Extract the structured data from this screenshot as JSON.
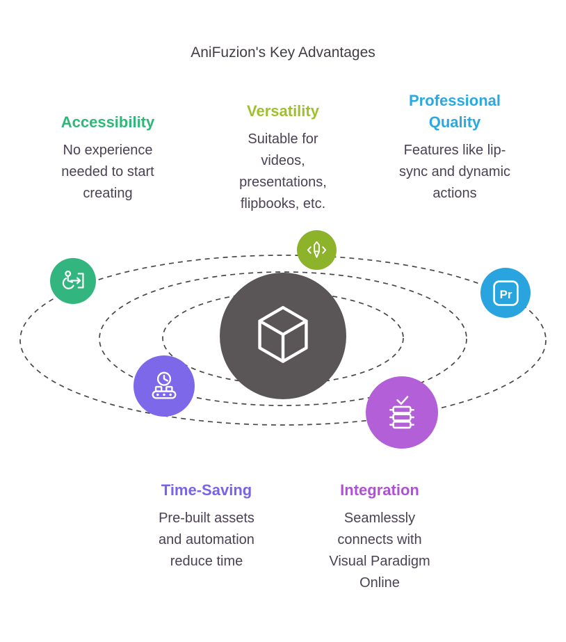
{
  "title": "AniFuzion's Key Advantages",
  "title_color": "#423c46",
  "body_text_color": "#4a4153",
  "orbits": {
    "count": 3,
    "style": "dashed",
    "stroke_color": "#474747"
  },
  "center": {
    "icon": "cube-logo-icon",
    "background_color": "#5a5657",
    "icon_color": "#ffffff"
  },
  "advantages": [
    {
      "label": "Accessibility",
      "description": "No experience\nneeded to start\ncreating",
      "accent_color": "#2db878",
      "icon": "wheelchair-access-icon",
      "icon_background": "#33b580"
    },
    {
      "label": "Versatility",
      "description": "Suitable for\nvideos,\npresentations,\nflipbooks, etc.",
      "accent_color": "#a0bf2e",
      "icon": "pen-tool-icon",
      "icon_background": "#8db32b"
    },
    {
      "label": "Professional\nQuality",
      "description": "Features like lip-\nsync and dynamic\nactions",
      "accent_color": "#2aa9e0",
      "icon": "premiere-pr-icon",
      "icon_badge_text": "Pr",
      "icon_background": "#29a4de"
    },
    {
      "label": "Time-Saving",
      "description": "Pre-built assets\nand automation\nreduce time",
      "accent_color": "#7b63e8",
      "icon": "clock-conveyor-icon",
      "icon_background": "#7d68e9"
    },
    {
      "label": "Integration",
      "description": "Seamlessly\nconnects with\nVisual Paradigm\nOnline",
      "accent_color": "#b14fd8",
      "icon": "server-check-icon",
      "icon_background": "#b25fd8"
    }
  ]
}
